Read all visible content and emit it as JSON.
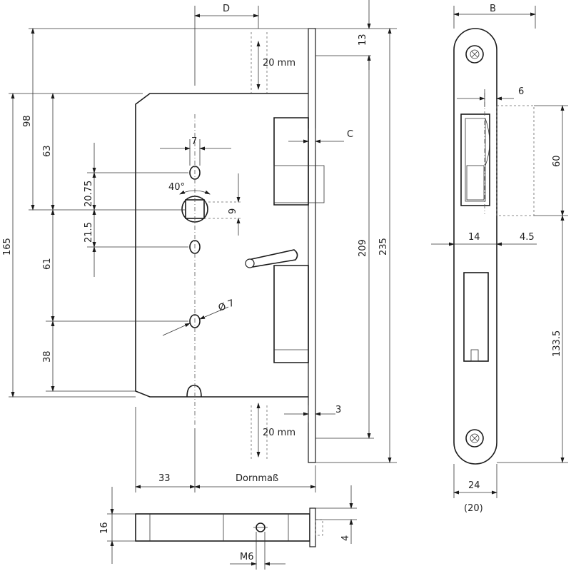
{
  "dims": {
    "D": "D",
    "B": "B",
    "C": "C",
    "d13": "13",
    "d20mm_top": "20 mm",
    "d20mm_bottom": "20 mm",
    "d98": "98",
    "d63": "63",
    "d165": "165",
    "d7": "7",
    "d20_75": "20.75",
    "d40deg": "40°",
    "d9": "9",
    "d21_5": "21.5",
    "d61": "61",
    "d38": "38",
    "dia7": "Ø 7",
    "d209": "209",
    "d235": "235",
    "d3": "3",
    "d33": "33",
    "dornmass": "Dornmaß",
    "d16": "16",
    "d4": "4",
    "m6": "M6",
    "d6": "6",
    "d60": "60",
    "d14": "14",
    "d4_5": "4.5",
    "d133_5": "133.5",
    "d24": "24",
    "d20p": "(20)"
  }
}
